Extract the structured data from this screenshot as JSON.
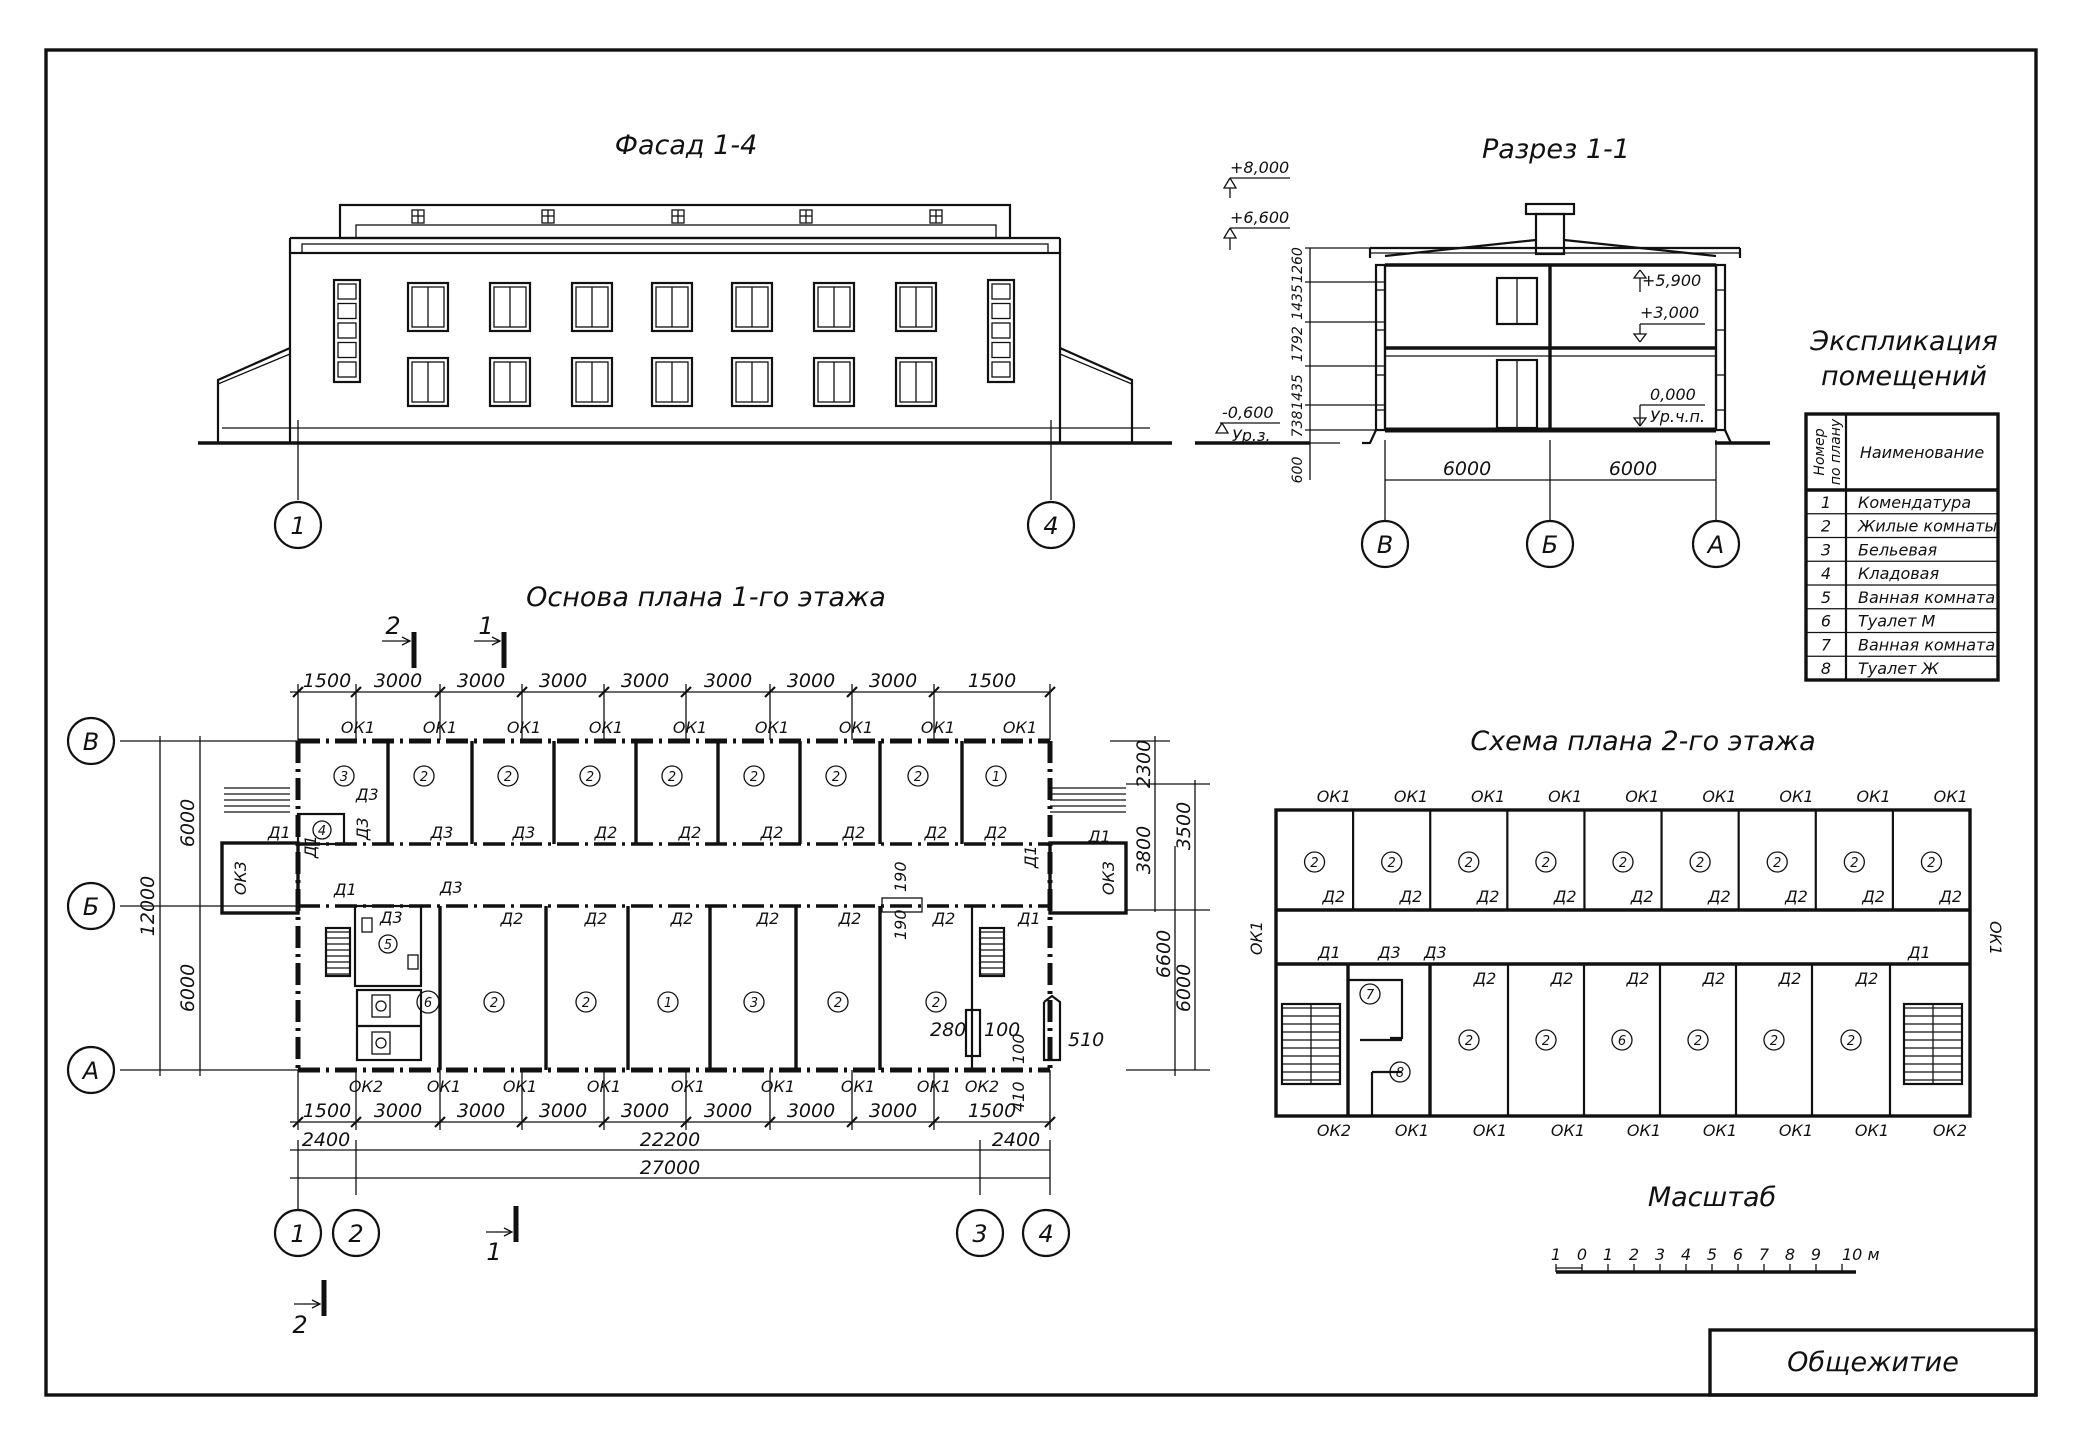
{
  "titles": {
    "facade": "Фасад 1-4",
    "section": "Разрез 1-1",
    "plan1": "Основа плана 1-го этажа",
    "plan2": "Схема плана 2-го этажа",
    "scale": "Масштаб",
    "explication_line1": "Экспликация",
    "explication_line2": "помещений",
    "stamp": "Общежитие"
  },
  "axes": {
    "facade": [
      "1",
      "4"
    ],
    "section": [
      "В",
      "Б",
      "А"
    ],
    "plan_left": [
      "В",
      "Б",
      "А"
    ],
    "plan_bottom": [
      "1",
      "2",
      "3",
      "4"
    ]
  },
  "section": {
    "marks_left": [
      "+8,000",
      "+6,600",
      "-0,600",
      "Ур.з."
    ],
    "marks_inside": [
      "+5,900",
      "+3,000",
      "0,000",
      "Ур.ч.п."
    ],
    "vertical_dims": [
      "600",
      "738",
      "1435",
      "1792",
      "1435",
      "1260"
    ],
    "bottom_dims": [
      "6000",
      "6000"
    ]
  },
  "plan1": {
    "top_dims": [
      "1500",
      "3000",
      "3000",
      "3000",
      "3000",
      "3000",
      "3000",
      "3000",
      "1500"
    ],
    "bottom_dims": [
      "1500",
      "3000",
      "3000",
      "3000",
      "3000",
      "3000",
      "3000",
      "3000",
      "1500"
    ],
    "overall_dims": [
      "2400",
      "22200",
      "2400",
      "27000"
    ],
    "left_dims": [
      "6000",
      "6000",
      "12000"
    ],
    "right_dims": [
      "2300",
      "3800",
      "3500",
      "6600",
      "6000"
    ],
    "misc_dims": [
      "190",
      "190",
      "280",
      "100",
      "510",
      "100",
      "410"
    ],
    "section_marks": [
      "1",
      "2"
    ],
    "top_windows": [
      "ОК1",
      "ОК1",
      "ОК1",
      "ОК1",
      "ОК1",
      "ОК1",
      "ОК1",
      "ОК1",
      "ОК1"
    ],
    "bottom_windows": [
      "ОК2",
      "ОК1",
      "ОК1",
      "ОК1",
      "ОК1",
      "ОК1",
      "ОК1",
      "ОК1",
      "ОК2"
    ],
    "side_windows": [
      "ОК3",
      "ОК3"
    ],
    "top_rooms": [
      "3",
      "2",
      "2",
      "2",
      "2",
      "2",
      "2",
      "2",
      "1"
    ],
    "bottom_rooms": [
      "2",
      "2",
      "1",
      "3",
      "2",
      "2"
    ],
    "small_rooms": [
      "4",
      "5",
      "6"
    ],
    "top_doors": [
      "Д3",
      "Д3",
      "Д2",
      "Д2",
      "Д2",
      "Д2",
      "Д2",
      "Д2"
    ],
    "bottom_doors": [
      "Д2",
      "Д2",
      "Д2",
      "Д2",
      "Д2",
      "Д2"
    ],
    "misc_doors": [
      "Д1",
      "Д1",
      "Д3",
      "Д3",
      "Д1",
      "Д3",
      "Д3",
      "Д1",
      "Д1",
      "Д1"
    ]
  },
  "plan2": {
    "top_windows": [
      "ОК1",
      "ОК1",
      "ОК1",
      "ОК1",
      "ОК1",
      "ОК1",
      "ОК1",
      "ОК1",
      "ОК1"
    ],
    "bottom_windows": [
      "ОК2",
      "ОК1",
      "ОК1",
      "ОК1",
      "ОК1",
      "ОК1",
      "ОК1",
      "ОК1",
      "ОК2"
    ],
    "side_windows": [
      "ОК1",
      "ОК1"
    ],
    "top_rooms": [
      "2",
      "2",
      "2",
      "2",
      "2",
      "2",
      "2",
      "2",
      "2"
    ],
    "top_doors": [
      "Д2",
      "Д2",
      "Д2",
      "Д2",
      "Д2",
      "Д2",
      "Д2",
      "Д2",
      "Д2"
    ],
    "bottom_rooms": [
      "2",
      "2",
      "6",
      "2",
      "2",
      "2"
    ],
    "bottom_doors": [
      "Д2",
      "Д2",
      "Д2",
      "Д2",
      "Д2",
      "Д2"
    ],
    "small_rooms": [
      "7",
      "8"
    ],
    "misc_doors": [
      "Д1",
      "Д3",
      "Д3",
      "Д1"
    ]
  },
  "explication": {
    "header_num": "Номер по плану",
    "header_name": "Наименование",
    "rows": [
      {
        "num": "1",
        "name": "Комендатура"
      },
      {
        "num": "2",
        "name": "Жилые комнаты"
      },
      {
        "num": "3",
        "name": "Бельевая"
      },
      {
        "num": "4",
        "name": "Кладовая"
      },
      {
        "num": "5",
        "name": "Ванная комната"
      },
      {
        "num": "6",
        "name": "Туалет М"
      },
      {
        "num": "7",
        "name": "Ванная комната"
      },
      {
        "num": "8",
        "name": "Туалет Ж"
      }
    ]
  },
  "scale_bar": {
    "labels": [
      "1",
      "0",
      "1",
      "2",
      "3",
      "4",
      "5",
      "6",
      "7",
      "8",
      "9",
      "10 м"
    ]
  }
}
